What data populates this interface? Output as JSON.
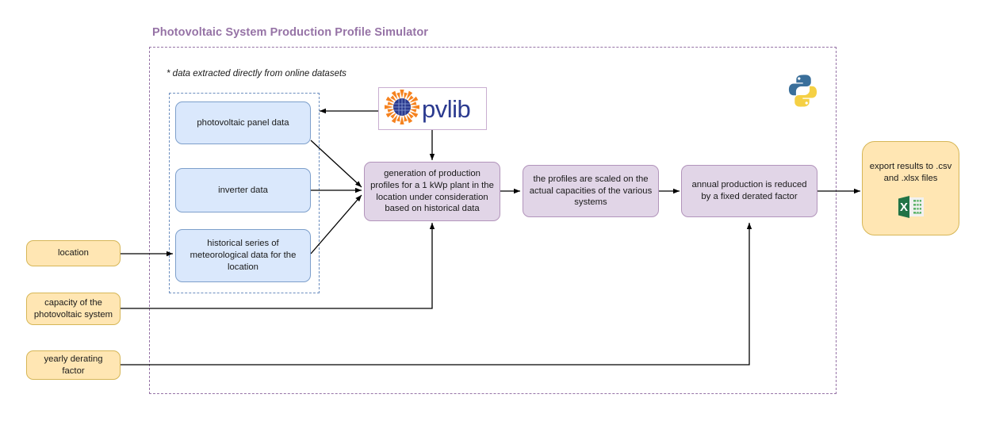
{
  "diagram": {
    "title": "Photovoltaic System Production Profile Simulator",
    "note": "* data extracted directly from online datasets",
    "title_color": "#9673a6",
    "outer_border_color": "#9673a6",
    "inner_border_color": "#6c8ebf"
  },
  "datasets": {
    "boxes": [
      {
        "label": "photovoltaic panel data"
      },
      {
        "label": "inverter data"
      },
      {
        "label": "historical series of meteorological data for the location"
      }
    ],
    "fill_color": "#dae8fc",
    "stroke_color": "#7d9fcb"
  },
  "process": {
    "boxes": [
      {
        "label": "generation of production profiles for a 1 kWp plant in the location under consideration based on historical data"
      },
      {
        "label": "the profiles are scaled on the actual capacities of the various systems"
      },
      {
        "label": "annual production is reduced by a fixed derated factor"
      }
    ],
    "fill_color": "#e1d5e7",
    "stroke_color": "#b294bb"
  },
  "inputs": {
    "boxes": [
      {
        "label": "location"
      },
      {
        "label": "capacity of the photovoltaic system"
      },
      {
        "label": "yearly derating factor"
      }
    ],
    "fill_color": "#ffe6b3",
    "stroke_color": "#d6b656"
  },
  "output": {
    "label": "export results to .csv and .xlsx files",
    "icon": "excel-icon",
    "fill_color": "#ffe6b3",
    "stroke_color": "#d6b656",
    "excel_green": "#217346"
  },
  "logos": {
    "pvlib": {
      "text": "pvlib",
      "icon": "pvlib-sun-icon",
      "text_color": "#2b3a8f",
      "sun_color": "#f5821f",
      "panel_color": "#2b3a8f"
    },
    "python": {
      "icon": "python-logo-icon",
      "blue": "#3a6f9a",
      "yellow": "#f5d044"
    }
  }
}
